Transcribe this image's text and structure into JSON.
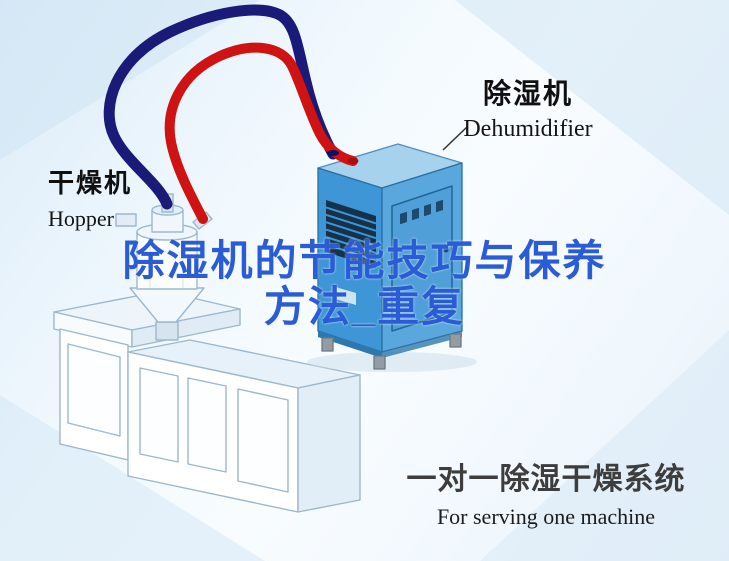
{
  "title": {
    "line1": "除湿机的节能技巧与保养",
    "line2": "方法_重复"
  },
  "labels": {
    "dehumidifier_cn": "除湿机",
    "dehumidifier_en": "Dehumidifier",
    "hopper_cn": "干燥机",
    "hopper_en": "Hopper",
    "footer_cn": "一对一除湿干燥系统",
    "footer_en": "For serving one machine"
  },
  "colors": {
    "title_blue": "#2a5cd6",
    "pipe_red": "#cf1212",
    "pipe_navy": "#1a1a78",
    "dehumidifier_body": "#3e96d6",
    "background_tint": "#cfe4f4"
  },
  "illustration": {
    "parts": [
      "hopper-dryer-machine",
      "dehumidifier-unit",
      "red-supply-pipe",
      "navy-return-pipe"
    ]
  }
}
